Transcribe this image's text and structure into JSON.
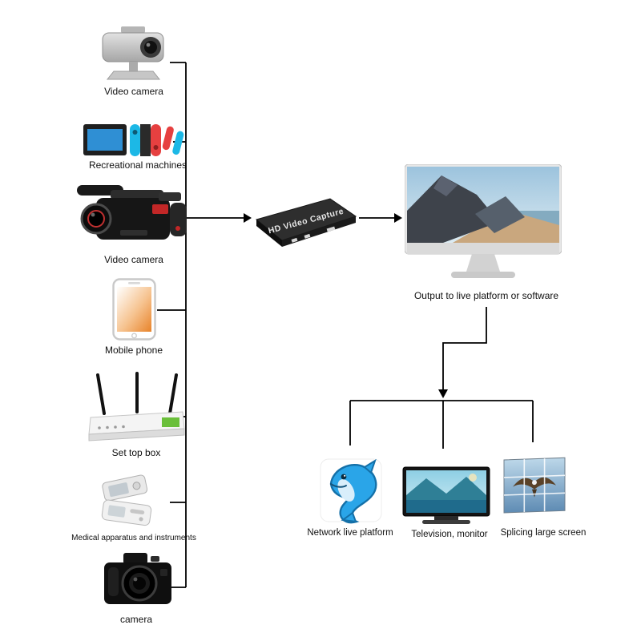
{
  "diagram": {
    "inputs": [
      {
        "label": "Video camera"
      },
      {
        "label": "Recreational machines"
      },
      {
        "label": "Video camera"
      },
      {
        "label": "Mobile phone"
      },
      {
        "label": "Set top box"
      },
      {
        "label": "Medical apparatus and instruments"
      },
      {
        "label": "camera"
      }
    ],
    "capture_device": {
      "label": "HD Video Capture"
    },
    "output_monitor": {
      "label": "Output to live platform or software"
    },
    "endpoints": [
      {
        "label": "Network live platform"
      },
      {
        "label": "Television, monitor"
      },
      {
        "label": "Splicing large screen"
      }
    ]
  },
  "colors": {
    "connector": "#000000",
    "joycon_blue": "#1cb8e6",
    "joycon_red": "#e64040",
    "router_green": "#6abf3a",
    "dolphin_blue": "#2aa5e8",
    "phone_orange": "#e8832a",
    "capture_body": "#2e2e2e"
  }
}
